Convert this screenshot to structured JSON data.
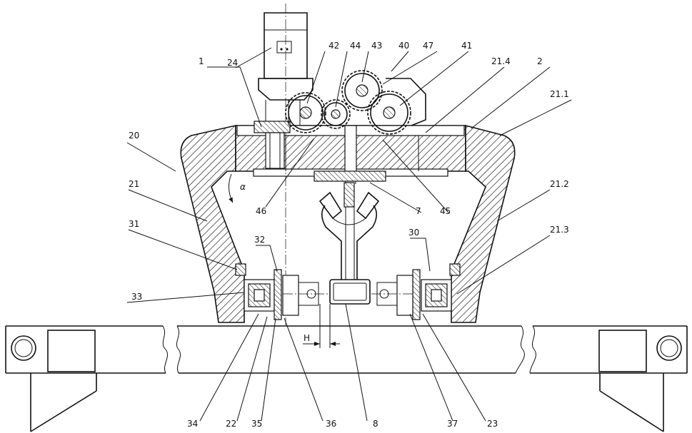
{
  "labels": [
    {
      "id": "24",
      "text": "24"
    },
    {
      "id": "42",
      "text": "42"
    },
    {
      "id": "44",
      "text": "44"
    },
    {
      "id": "43",
      "text": "43"
    },
    {
      "id": "40",
      "text": "40"
    },
    {
      "id": "47",
      "text": "47"
    },
    {
      "id": "41",
      "text": "41"
    },
    {
      "id": "21.4",
      "text": "21.4"
    },
    {
      "id": "2",
      "text": "2"
    },
    {
      "id": "1",
      "text": "1"
    },
    {
      "id": "21.1",
      "text": "21.1"
    },
    {
      "id": "20",
      "text": "20"
    },
    {
      "id": "21",
      "text": "21"
    },
    {
      "id": "21.2",
      "text": "21.2"
    },
    {
      "id": "31",
      "text": "31"
    },
    {
      "id": "32",
      "text": "32"
    },
    {
      "id": "30",
      "text": "30"
    },
    {
      "id": "21.3",
      "text": "21.3"
    },
    {
      "id": "33",
      "text": "33"
    },
    {
      "id": "46",
      "text": "46"
    },
    {
      "id": "7",
      "text": "7"
    },
    {
      "id": "45",
      "text": "45"
    },
    {
      "id": "34",
      "text": "34"
    },
    {
      "id": "22",
      "text": "22"
    },
    {
      "id": "35",
      "text": "35"
    },
    {
      "id": "36",
      "text": "36"
    },
    {
      "id": "8",
      "text": "8"
    },
    {
      "id": "37",
      "text": "37"
    },
    {
      "id": "23",
      "text": "23"
    }
  ],
  "annotations": {
    "angle_symbol": "α",
    "dimension_h": "H"
  },
  "colors": {
    "ink": "#111111",
    "paper": "#ffffff"
  }
}
